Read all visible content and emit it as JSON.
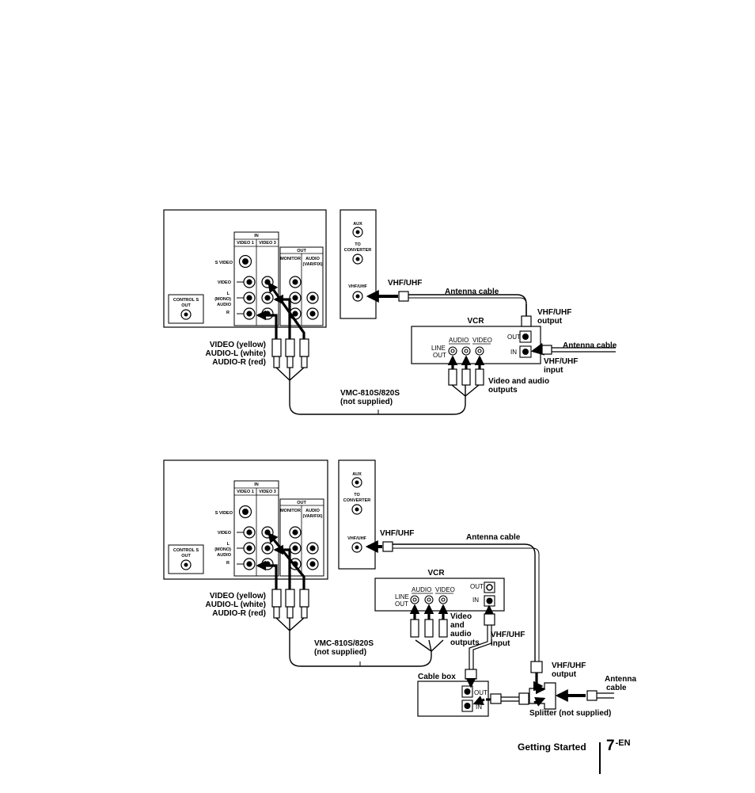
{
  "jack_labels": {
    "in": "IN",
    "video1": "VIDEO 1",
    "video3": "VIDEO 3",
    "out": "OUT",
    "monitor": "MONITOR",
    "audio_out": "AUDIO",
    "var_fix": "(VAR/FIX)",
    "s_video": "S VIDEO",
    "video": "VIDEO",
    "l": "L",
    "mono": "(MONO)",
    "audio": "AUDIO",
    "r": "R",
    "control_s": "CONTROL S",
    "control_s_out": "OUT",
    "aux": "AUX",
    "to": "TO",
    "converter": "CONVERTER",
    "vhf_uhf_jack": "VHF/UHF"
  },
  "diagram1": {
    "vhf_uhf": "VHF/UHF",
    "antenna_cable": "Antenna cable",
    "vcr": "VCR",
    "vcr_audio": "AUDIO",
    "vcr_video": "VIDEO",
    "line": "LINE",
    "line_out": "OUT",
    "vcr_out": "OUT",
    "vcr_in": "IN",
    "vhf_uhf_output_1": "VHF/UHF",
    "vhf_uhf_output_2": "output",
    "antenna_cable_right": "Antenna cable",
    "vhf_uhf_input_1": "VHF/UHF",
    "vhf_uhf_input_2": "input",
    "video_yellow": "VIDEO (yellow)",
    "audio_l_white": "AUDIO-L (white)",
    "audio_r_red": "AUDIO-R (red)",
    "av_outputs_1": "Video and audio",
    "av_outputs_2": "outputs",
    "cable_model": "VMC-810S/820S",
    "not_supplied": "(not supplied)"
  },
  "diagram2": {
    "vhf_uhf": "VHF/UHF",
    "antenna_cable": "Antenna cable",
    "vcr": "VCR",
    "vcr_audio": "AUDIO",
    "vcr_video": "VIDEO",
    "line": "LINE",
    "line_out": "OUT",
    "vcr_out": "OUT",
    "vcr_in": "IN",
    "video_yellow": "VIDEO (yellow)",
    "audio_l_white": "AUDIO-L (white)",
    "audio_r_red": "AUDIO-R (red)",
    "video": "Video",
    "and": "and",
    "audio": "audio",
    "outputs": "outputs",
    "vhf_uhf_input_1": "VHF/UHF",
    "vhf_uhf_input_2": "input",
    "cable_model": "VMC-810S/820S",
    "not_supplied": "(not supplied)",
    "cable_box": "Cable box",
    "box_out": "OUT",
    "box_in": "IN",
    "vhf_uhf_output_1": "VHF/UHF",
    "vhf_uhf_output_2": "output",
    "antenna_1": "Antenna",
    "antenna_2": "cable",
    "splitter": "Splitter (not supplied)"
  },
  "footer": {
    "section": "Getting Started",
    "page": "7",
    "suffix": "-EN"
  }
}
